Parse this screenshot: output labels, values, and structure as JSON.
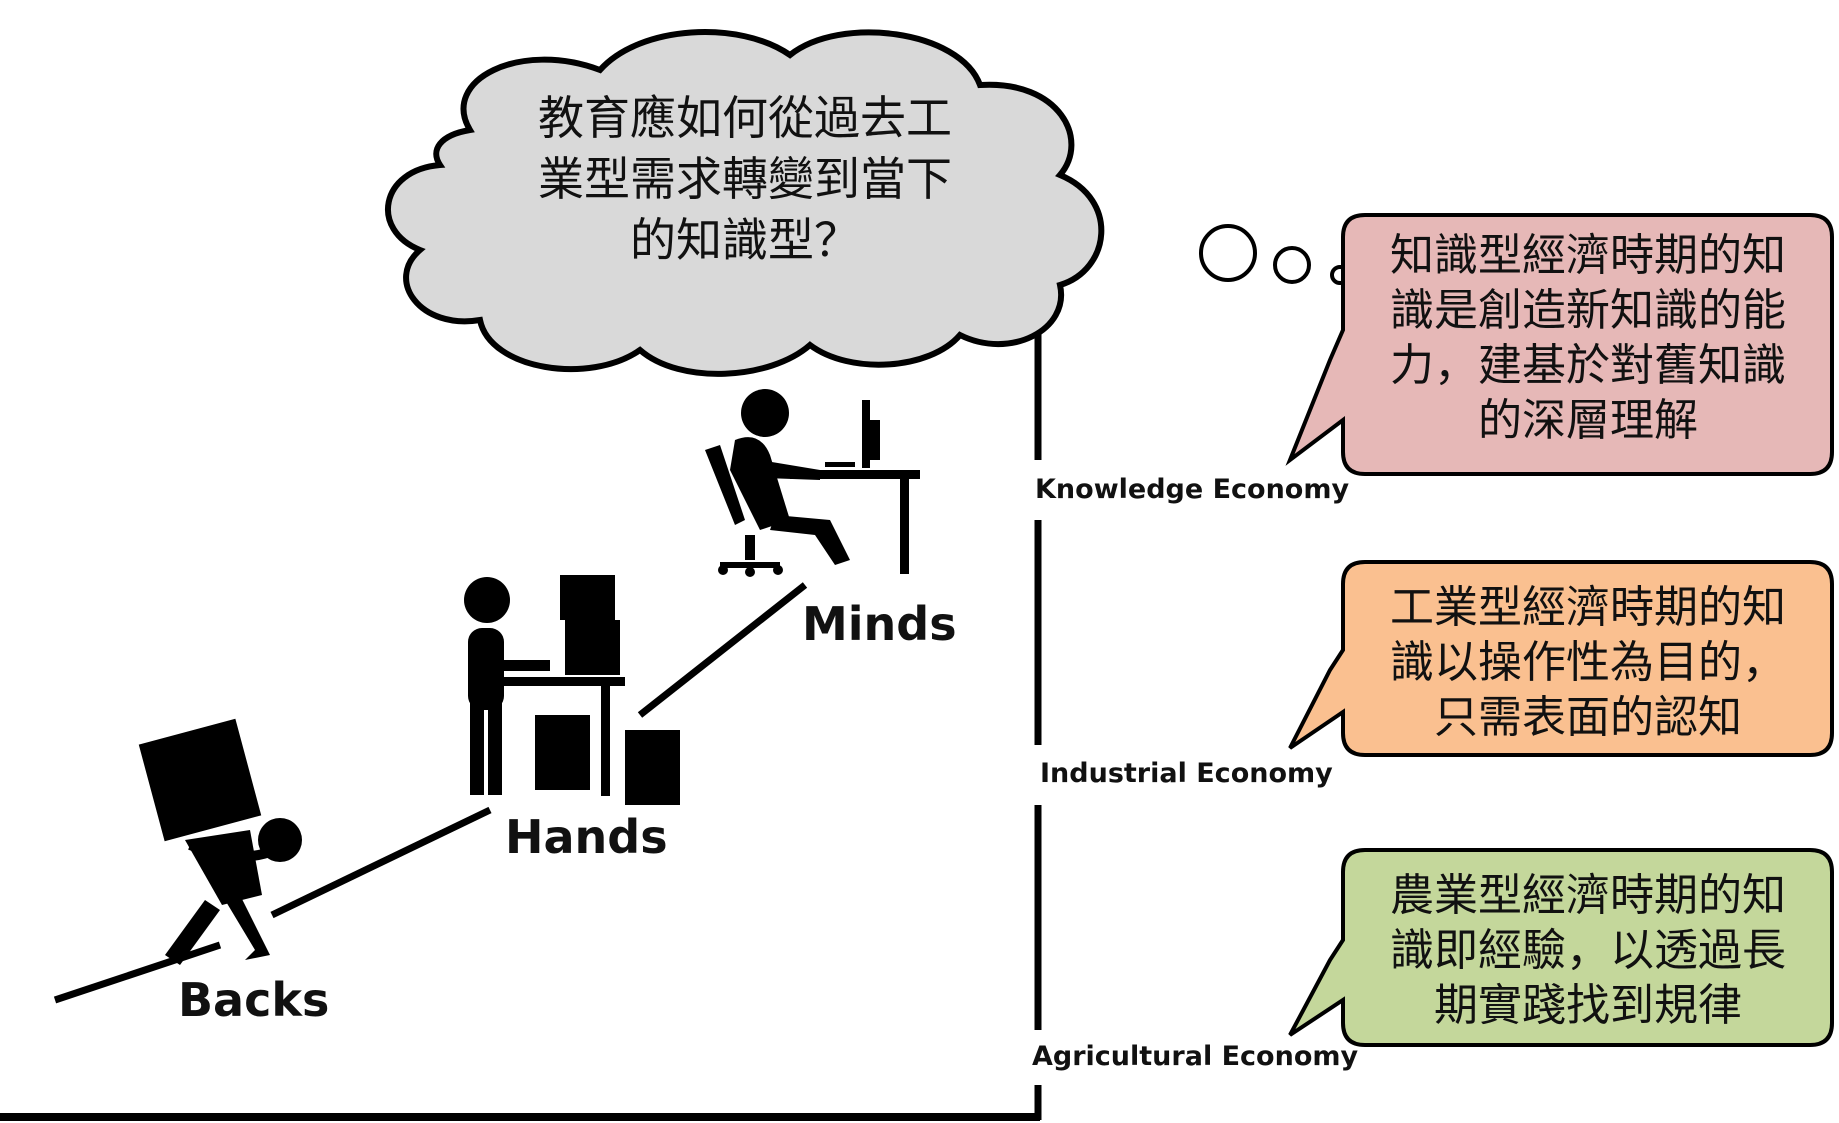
{
  "cloud": {
    "lines": [
      "教育應如何從過去工",
      "業型需求轉變到當下",
      "的知識型？"
    ],
    "fill": "#d9d9d9"
  },
  "stages": {
    "backs": "Backs",
    "hands": "Hands",
    "minds": "Minds"
  },
  "economies": {
    "knowledge": "Knowledge Economy",
    "industrial": "Industrial Economy",
    "agricultural": "Agricultural Economy"
  },
  "callouts": {
    "knowledge": {
      "lines": [
        "知識型經濟時期的知",
        "識是創造新知識的能",
        "力，建基於對舊知識",
        "的深層理解"
      ],
      "fill": "#e6b8b7"
    },
    "industrial": {
      "lines": [
        "工業型經濟時期的知",
        "識以操作性為目的，",
        "只需表面的認知"
      ],
      "fill": "#fac090"
    },
    "agricultural": {
      "lines": [
        "農業型經濟時期的知",
        "識即經驗，以透過長",
        "期實踐找到規律"
      ],
      "fill": "#c4d79b"
    }
  },
  "icons": {
    "backs_figure": "person-carrying-box-icon",
    "hands_figure": "person-at-workbench-icon",
    "minds_figure": "person-at-computer-icon",
    "thought_dots": "thought-dots-icon"
  }
}
